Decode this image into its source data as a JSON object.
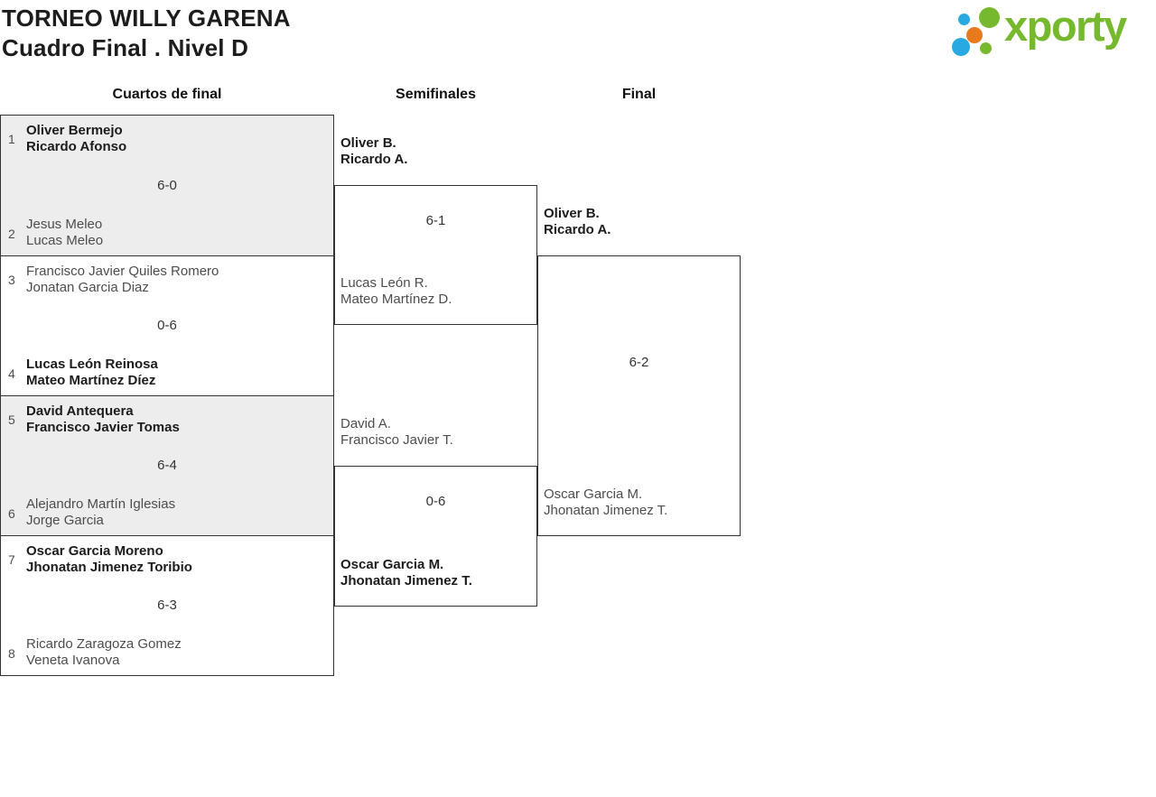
{
  "header": {
    "title_line1": "TORNEO WILLY GARENA",
    "title_line2": "Cuadro Final . Nivel D"
  },
  "logo": {
    "brand": "xporty",
    "colors": {
      "green": "#76b82e",
      "blue": "#29a9e1",
      "orange": "#e87a1e"
    }
  },
  "columns": [
    {
      "label": "Cuartos de final"
    },
    {
      "label": "Semifinales"
    },
    {
      "label": "Final"
    }
  ],
  "bracket": {
    "quarterfinals": [
      {
        "seed_top": "1",
        "team_top": [
          "Oliver Bermejo",
          "Ricardo Afonso"
        ],
        "score": "6-0",
        "seed_bottom": "2",
        "team_bottom": [
          "Jesus Meleo",
          "Lucas Meleo"
        ],
        "winner": "top"
      },
      {
        "seed_top": "3",
        "team_top": [
          "Francisco Javier Quiles Romero",
          "Jonatan Garcia Diaz"
        ],
        "score": "0-6",
        "seed_bottom": "4",
        "team_bottom": [
          "Lucas León Reinosa",
          "Mateo Martínez Díez"
        ],
        "winner": "bottom"
      },
      {
        "seed_top": "5",
        "team_top": [
          "David Antequera",
          "Francisco Javier Tomas"
        ],
        "score": "6-4",
        "seed_bottom": "6",
        "team_bottom": [
          "Alejandro Martín Iglesias",
          "Jorge Garcia"
        ],
        "winner": "top"
      },
      {
        "seed_top": "7",
        "team_top": [
          "Oscar Garcia Moreno",
          "Jhonatan Jimenez Toribio"
        ],
        "score": "6-3",
        "seed_bottom": "8",
        "team_bottom": [
          "Ricardo Zaragoza Gomez",
          "Veneta Ivanova"
        ],
        "winner": "top"
      }
    ],
    "semifinals": [
      {
        "team_top": [
          "Oliver B.",
          "Ricardo A."
        ],
        "score": "6-1",
        "team_bottom": [
          "Lucas León R.",
          "Mateo Martínez D."
        ],
        "winner": "top"
      },
      {
        "team_top": [
          "David A.",
          "Francisco Javier T."
        ],
        "score": "0-6",
        "team_bottom": [
          "Oscar Garcia M.",
          "Jhonatan Jimenez T."
        ],
        "winner": "bottom"
      }
    ],
    "final": {
      "team_top": [
        "Oliver B.",
        "Ricardo A."
      ],
      "score": "6-2",
      "team_bottom": [
        "Oscar Garcia M.",
        "Jhonatan Jimenez T."
      ],
      "winner": "top"
    }
  }
}
